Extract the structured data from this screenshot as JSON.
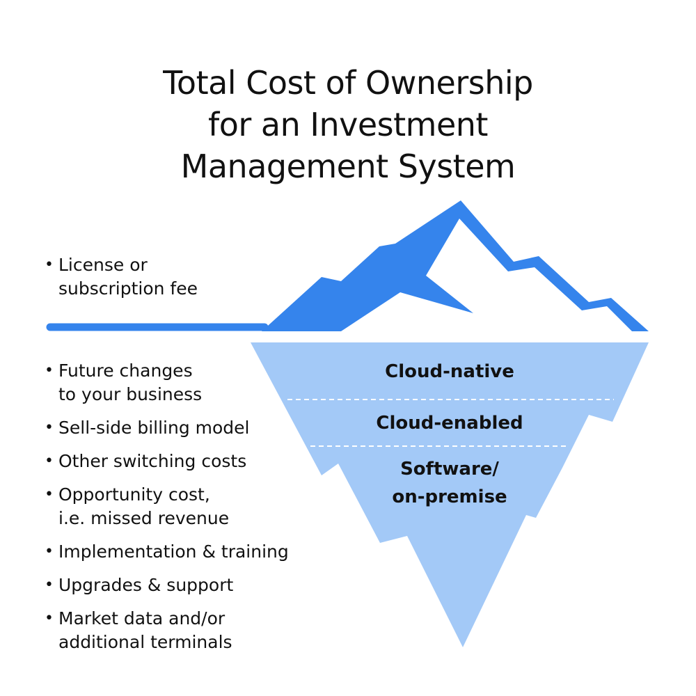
{
  "title": {
    "line1": "Total Cost of Ownership",
    "line2": "for an Investment",
    "line3": "Management System"
  },
  "above_water": {
    "items": [
      {
        "lines": [
          "License or",
          "subscription fee"
        ]
      }
    ]
  },
  "below_water": {
    "items": [
      {
        "lines": [
          "Future changes",
          "to your business"
        ]
      },
      {
        "lines": [
          "Sell-side billing model",
          ""
        ]
      },
      {
        "lines": [
          "Other switching costs",
          ""
        ]
      },
      {
        "lines": [
          "Opportunity cost,",
          "i.e. missed revenue"
        ]
      },
      {
        "lines": [
          "Implementation & training",
          ""
        ]
      },
      {
        "lines": [
          "Upgrades & support",
          ""
        ]
      },
      {
        "lines": [
          "Market data and/or",
          "additional terminals"
        ]
      }
    ]
  },
  "tiers": {
    "top": "Cloud-native",
    "middle": "Cloud-enabled",
    "bottom_line1": "Software/",
    "bottom_line2": "on-premise"
  },
  "colors": {
    "iceberg_top": "#3584ec",
    "iceberg_bottom": "#a3c9f7",
    "divider": "#ffffff",
    "text": "#111111"
  }
}
